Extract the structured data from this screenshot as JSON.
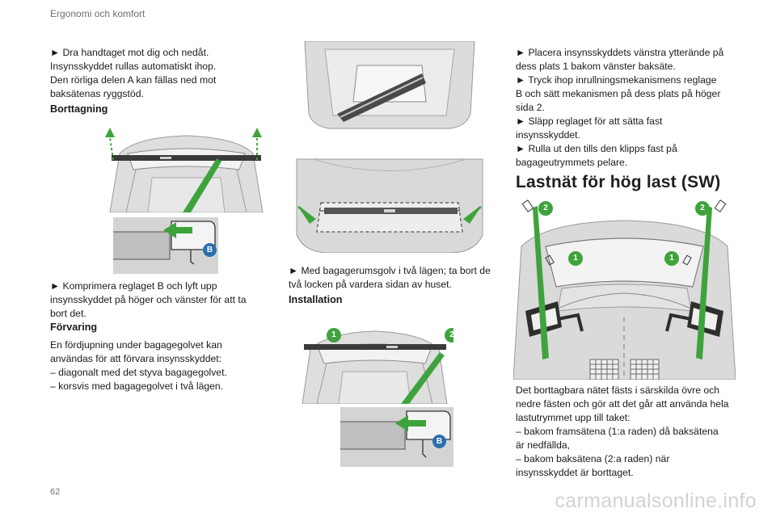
{
  "header": {
    "section_title": "Ergonomi och komfort"
  },
  "left": {
    "intro_lines": [
      "► Dra handtaget mot dig och nedåt.",
      "Insynsskyddet rullas automatiskt ihop.",
      "Den rörliga delen A kan fällas ned mot",
      "baksätenas ryggstöd."
    ],
    "removal_heading": "Borttagning",
    "removal_lines": [
      "► Komprimera reglaget B och lyft upp",
      "insynsskyddet på höger och vänster för att ta",
      "bort det."
    ],
    "storage_heading": "Förvaring",
    "storage_lines": [
      "En fördjupning under bagagegolvet kan",
      "användas för att förvara insynsskyddet:",
      "–  diagonalt med det styva bagagegolvet.",
      "–  korsvis med bagagegolvet i två lägen."
    ],
    "callout_b": "B"
  },
  "middle": {
    "floor_lines": [
      "► Med bagagerumsgolv i två lägen; ta bort de",
      "två locken på vardera sidan av huset."
    ],
    "installation_heading": "Installation",
    "callouts": [
      "1",
      "2",
      "B"
    ]
  },
  "right": {
    "steps": [
      "► Placera insynsskyddets vänstra ytterände på",
      "dess plats 1 bakom vänster baksäte.",
      "► Tryck ihop inrullningsmekanismens reglage",
      "B och sätt mekanismen på dess plats på höger",
      "sida 2.",
      "► Släpp reglaget för att sätta fast",
      "insynsskyddet.",
      "► Rulla ut den tills den klipps fast på",
      "bagageutrymmets pelare."
    ],
    "net_heading": "Lastnät för hög last (SW)",
    "callouts": [
      "2",
      "2",
      "1",
      "1"
    ],
    "net_lines": [
      "Det borttagbara nätet fästs i särskilda övre och",
      "nedre fästen och gör att det går att använda hela",
      "lastutrymmet upp till taket:",
      "–  bakom framsätena (1:a raden) då baksätena",
      "är nedfällda,",
      "–  bakom baksätena (2:a raden) när",
      "insynsskyddet är borttaget."
    ]
  },
  "footer": {
    "page_number": "62",
    "watermark": "carmanualsonline.info"
  },
  "colors": {
    "accent_green": "#3ea33c",
    "callout_blue": "#2a6fb0",
    "figure_gray": "#d9d9d9"
  }
}
